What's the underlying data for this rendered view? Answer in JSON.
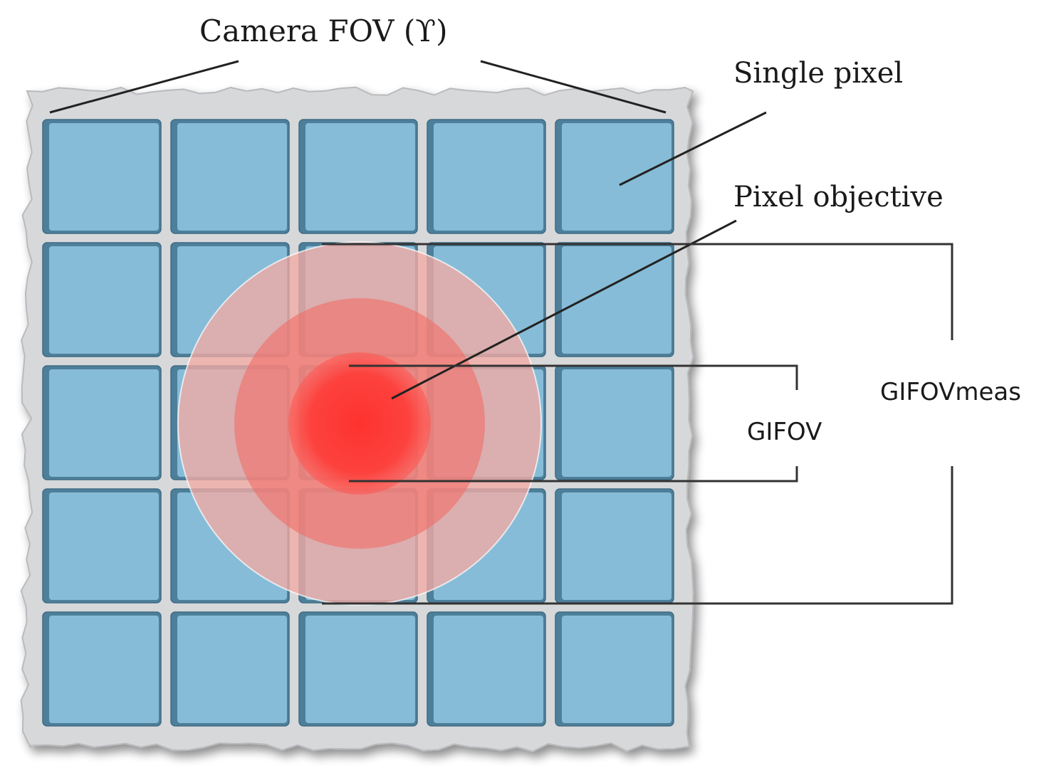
{
  "labels": {
    "camera_fov": "Camera FOV (ϒ)",
    "single_pixel": "Single pixel",
    "pixel_objective": "Pixel objective",
    "gifov": "GIFOV",
    "gifov_meas": "GIFOVmeas"
  },
  "sensor_grid": {
    "rows": 5,
    "cols": 5
  },
  "colors": {
    "pixel_face": "#86bcd7",
    "pixel_shadow": "#4d7f9a",
    "pixel_shadow_dark": "#3f6c84",
    "board": "#d7d8da",
    "board_edge": "#b9babd",
    "spot_outer": "#f3aaa4",
    "spot_middle": "#f07a74",
    "spot_inner": "#ff3a36",
    "line": "#222222"
  }
}
